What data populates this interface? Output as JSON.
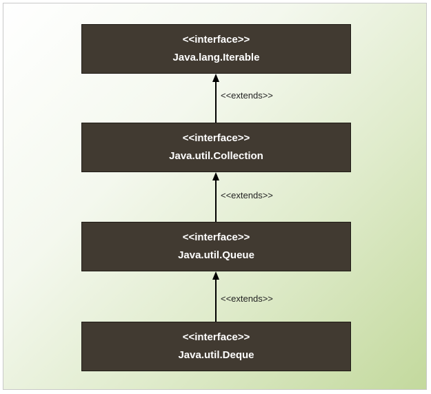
{
  "diagram": {
    "nodes": [
      {
        "stereotype": "<<interface>>",
        "name": "Java.lang.Iterable"
      },
      {
        "stereotype": "<<interface>>",
        "name": "Java.util.Collection"
      },
      {
        "stereotype": "<<interface>>",
        "name": "Java.util.Queue"
      },
      {
        "stereotype": "<<interface>>",
        "name": "Java.util.Deque"
      }
    ],
    "edges": [
      {
        "label": "<<extends>>"
      },
      {
        "label": "<<extends>>"
      },
      {
        "label": "<<extends>>"
      }
    ],
    "colors": {
      "box_fill": "#413a31",
      "box_text": "#ffffff",
      "arrow": "#000000"
    }
  }
}
